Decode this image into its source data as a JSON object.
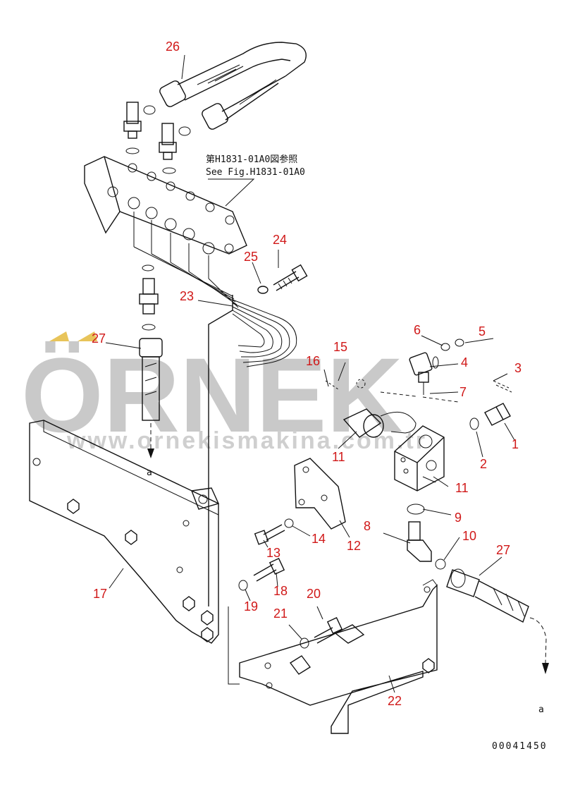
{
  "watermark": {
    "brand": "ÖRNEK",
    "url": "www.ornekismakina.com.tr"
  },
  "note": {
    "line1": "第H1831-01A0図参照",
    "line2": "See Fig.H1831-01A0"
  },
  "callouts": {
    "c1": "1",
    "c2": "2",
    "c3": "3",
    "c4": "4",
    "c5": "5",
    "c6": "6",
    "c7": "7",
    "c8": "8",
    "c9": "9",
    "c10": "10",
    "c11a": "11",
    "c11b": "11",
    "c12": "12",
    "c13": "13",
    "c14": "14",
    "c15": "15",
    "c16": "16",
    "c17": "17",
    "c18": "18",
    "c19": "19",
    "c20": "20",
    "c21": "21",
    "c22": "22",
    "c23": "23",
    "c24": "24",
    "c25": "25",
    "c26": "26",
    "c27a": "27",
    "c27b": "27"
  },
  "refs": {
    "a1": "a",
    "a2": "a"
  },
  "drawing_number": "00041450"
}
